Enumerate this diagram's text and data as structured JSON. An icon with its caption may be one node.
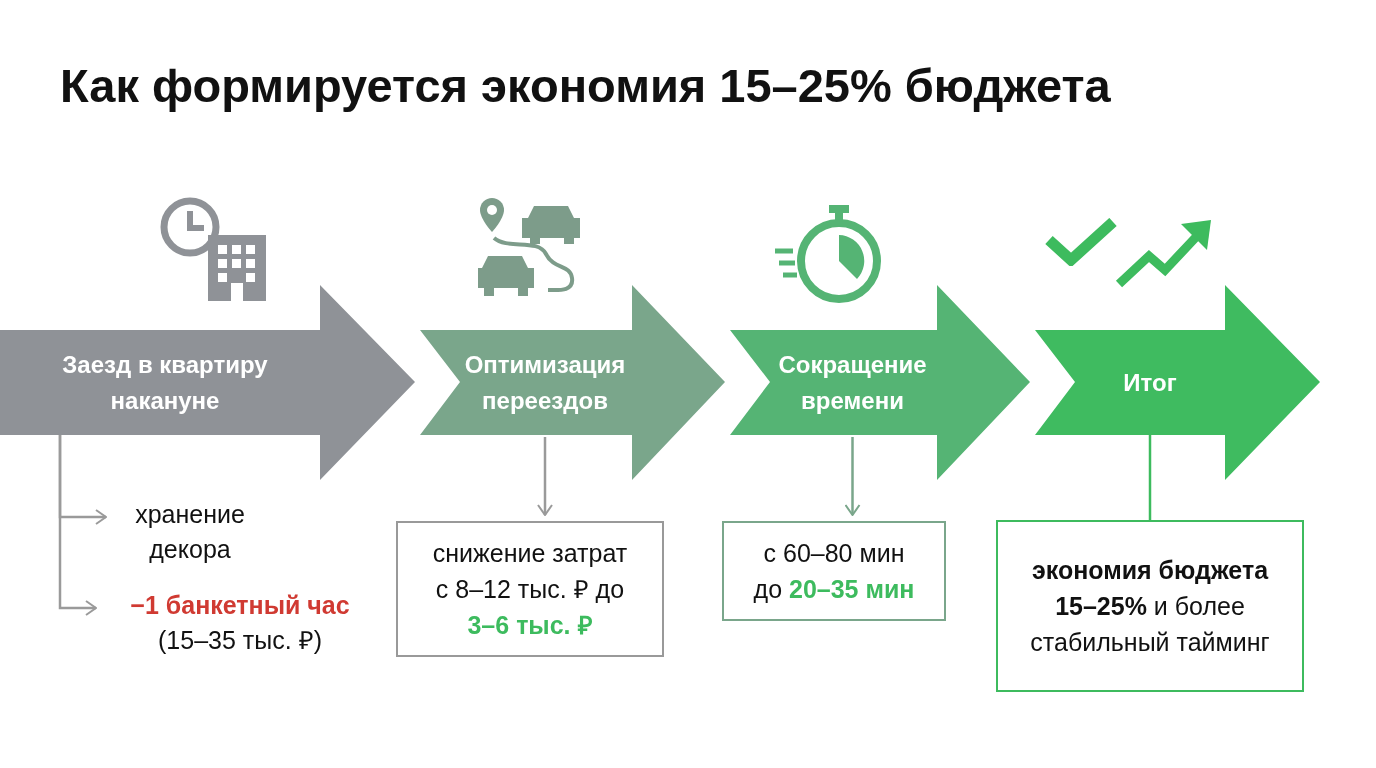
{
  "diagram": {
    "title": "Как формируется экономия 15–25% бюджета",
    "nodes": [
      {
        "text": [
          "Заезд в квартиру накануне"
        ]
      },
      {
        "text": [
          "Оптимизация переездов"
        ]
      },
      {
        "text": [
          "Сокращение времени"
        ]
      },
      {
        "text": [
          "Итог"
        ]
      },
      {
        "text": [
          "хранение декора"
        ]
      },
      {
        "text": [
          "−1 банкетный час",
          "(15–35 тыс. ₽)"
        ]
      },
      {
        "text": [
          "снижение затрат с 8–12 тыс. ₽ до **3–6 тыс. ₽**"
        ]
      },
      {
        "text": [
          "с 60–80 мин до **20–35 мин**"
        ]
      },
      {
        "text": [
          "**экономия бюджета 15–25%** и более стабильный тайминг"
        ]
      }
    ],
    "edges": [
      {
        "from": 0,
        "to": 4,
        "arrow": "to"
      },
      {
        "from": 0,
        "to": 5,
        "arrow": "to"
      },
      {
        "from": 1,
        "to": 6,
        "arrow": "to"
      },
      {
        "from": 2,
        "to": 7,
        "arrow": "to",
        "color": "#7aa68b"
      },
      {
        "from": 3,
        "to": 8,
        "arrow": "none",
        "color": "#3dbb5e"
      }
    ]
  }
}
